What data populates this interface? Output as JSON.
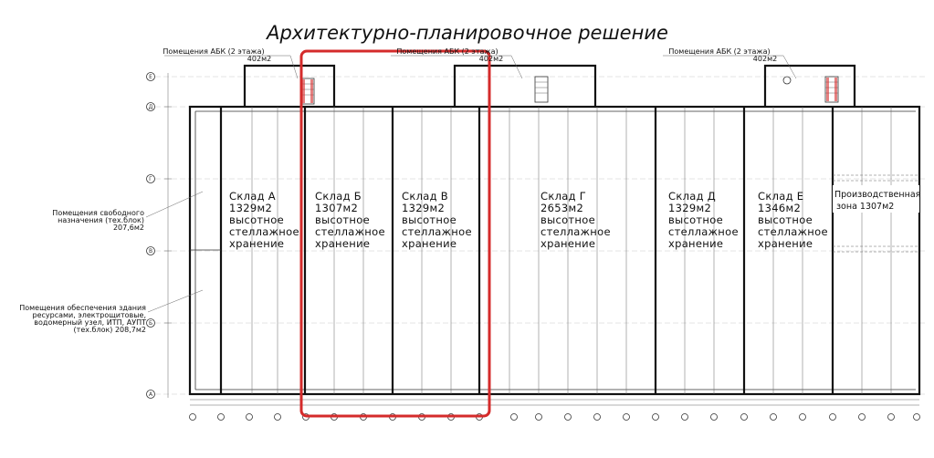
{
  "title": "Архитектурно-планировочное решение",
  "abk_label_left": "Помещения АБК (2 этажа)",
  "abk_area_left": "402м2",
  "abk_label_mid": "Помещения АБК (2 этажа)",
  "abk_area_mid": "402м2",
  "abk_label_right": "Помещения АБК (2 этажа)",
  "abk_area_right": "402м2",
  "side_free": {
    "line1": "Помещения свободного",
    "line2": "назначения (тех.блок)",
    "line3": "207,6м2"
  },
  "side_support": {
    "line1": "Помещения обеспечения здания",
    "line2": "ресурсами, электрощитовые,",
    "line3": "водомерный узел, ИТП, АУПТ",
    "line4": "(тех.блок) 208,7м2"
  },
  "warehouses": [
    {
      "name": "Склад А",
      "area": "1329м2",
      "l3": "высотное",
      "l4": "стеллажное",
      "l5": "хранение"
    },
    {
      "name": "Склад Б",
      "area": "1307м2",
      "l3": "высотное",
      "l4": "стеллажное",
      "l5": "хранение"
    },
    {
      "name": "Склад В",
      "area": "1329м2",
      "l3": "высотное",
      "l4": "стеллажное",
      "l5": "хранение"
    },
    {
      "name": "Склад Г",
      "area": "2653м2",
      "l3": "высотное",
      "l4": "стеллажное",
      "l5": "хранение"
    },
    {
      "name": "Склад Д",
      "area": "1329м2",
      "l3": "высотное",
      "l4": "стеллажное",
      "l5": "хранение"
    },
    {
      "name": "Склад Е",
      "area": "1346м2",
      "l3": "высотное",
      "l4": "стеллажное",
      "l5": "хранение"
    }
  ],
  "production": {
    "line1": "Производственная",
    "line2": "зона 1307м2"
  },
  "axis_rows": [
    "Е",
    "Д",
    "Г",
    "В",
    "Б",
    "А"
  ],
  "highlight_color": "#d42b2b"
}
